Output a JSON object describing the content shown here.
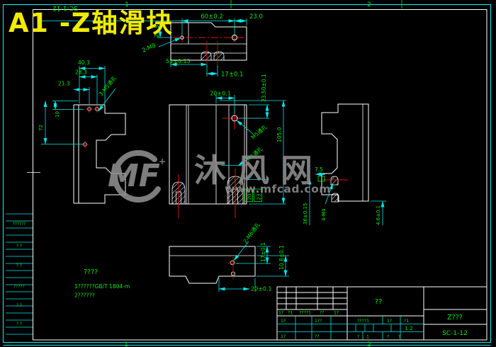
{
  "frame": {
    "zones_top": [
      "1",
      "2"
    ],
    "zones_bottom": [
      "1",
      "2"
    ]
  },
  "header": {
    "title": "A1 -Z轴滑块",
    "doc_code_rotated": "SC-1-12"
  },
  "views": {
    "top": {
      "dim_width": "60±0.2",
      "dim_right": "23.0",
      "dim_left_v": "26.5",
      "thread_note": "2-M8",
      "dim_bottom": "55±0.15",
      "dim_holes": "17±0.1"
    },
    "left": {
      "dim1": "40.3",
      "dim2": "28.3",
      "dim3": "21.3",
      "dim4": "10",
      "dim5": "72",
      "thread_note": "3-M5通孔"
    },
    "front": {
      "dim_top": "20±0.1",
      "dim_right1": "23.50±0.1",
      "dim_right2": "105.0",
      "thread_note1": "M5通孔",
      "thread_note2": "M5通孔",
      "box_dim1": "20",
      "box_dim2": "23"
    },
    "right": {
      "dim1": "7.5",
      "dim2": "36±0.15",
      "thread_note": "4-M4",
      "dim3": "4.6±0.1"
    },
    "bottom": {
      "thread_note": "2-M6通孔",
      "dim1": "17±0.1",
      "dim2": "10.8±0.1",
      "dim3": "20±0.1"
    }
  },
  "notes": {
    "heading": "????",
    "line1": "1??????GB/T 1804-m",
    "line2": "2??????"
  },
  "side_table": {
    "rows": [
      "??????",
      "? ?",
      "? ?",
      "?????",
      "? ?",
      "? ?"
    ]
  },
  "title_block": {
    "header_cells": [
      "1?",
      "?1",
      "????1",
      "??",
      "1?"
    ],
    "row1_left": "1?",
    "row1_mid": "1??",
    "row2_left": "1?",
    "row2_mid": "??",
    "center_title": "??",
    "mid_row": [
      "????1",
      "1?",
      "?1"
    ],
    "scale": "1:2",
    "bottom_row": [
      "?",
      "1",
      "?",
      "?"
    ],
    "part_name": "Z???",
    "drawing_number": "SC-1-12"
  },
  "watermark": {
    "logo": "MF",
    "logo_plus": "+",
    "site_name": "沐风网",
    "site_url": "www.mfcad.com"
  },
  "colors": {
    "background": "#000000",
    "outline": "#ffffff",
    "dimension": "#00e8e8",
    "annotation": "#00ee00",
    "centerline": "#e51212",
    "title": "#f0eb00",
    "watermark": "#8f8f8f"
  }
}
